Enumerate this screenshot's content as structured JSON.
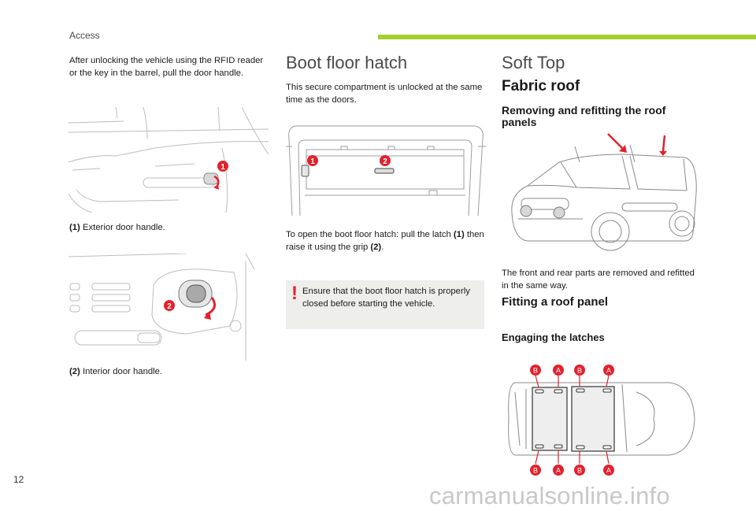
{
  "header": {
    "section": "Access",
    "accent_color": "#a6cf2e"
  },
  "left_column": {
    "intro": "After unlocking the vehicle using the RFID reader or the key in the barrel, pull the door handle.",
    "figure1": {
      "marker": "1",
      "caption_num": "(1)",
      "caption_text": " Exterior door handle."
    },
    "figure2": {
      "marker": "2",
      "caption_num": "(2)",
      "caption_text": " Interior door handle."
    }
  },
  "middle_column": {
    "title": "Boot floor hatch",
    "intro": "This secure compartment is unlocked at the same time as the doors.",
    "figure": {
      "marker1": "1",
      "marker2": "2"
    },
    "instruction_prefix": "To open the boot floor hatch: pull the latch ",
    "instruction_latch": "(1)",
    "instruction_middle": " then raise it using the grip ",
    "instruction_grip": "(2)",
    "instruction_suffix": ".",
    "warning": {
      "icon": "!",
      "text": "Ensure that the boot floor hatch is properly closed before starting the vehicle."
    }
  },
  "right_column": {
    "title": "Soft Top",
    "subtitle": "Fabric roof",
    "heading_removing": "Removing and refitting the roof panels",
    "same_way_text": "The front and rear parts are removed and refitted in the same way.",
    "heading_fitting": "Fitting a roof panel",
    "heading_engaging": "Engaging the latches",
    "latch_labels_top": [
      "B",
      "A",
      "B",
      "A"
    ],
    "latch_labels_bottom": [
      "B",
      "A",
      "B",
      "A"
    ],
    "marker_color": "#e4202c"
  },
  "footer": {
    "page_number": "12",
    "watermark": "carmanualsonline.info"
  }
}
